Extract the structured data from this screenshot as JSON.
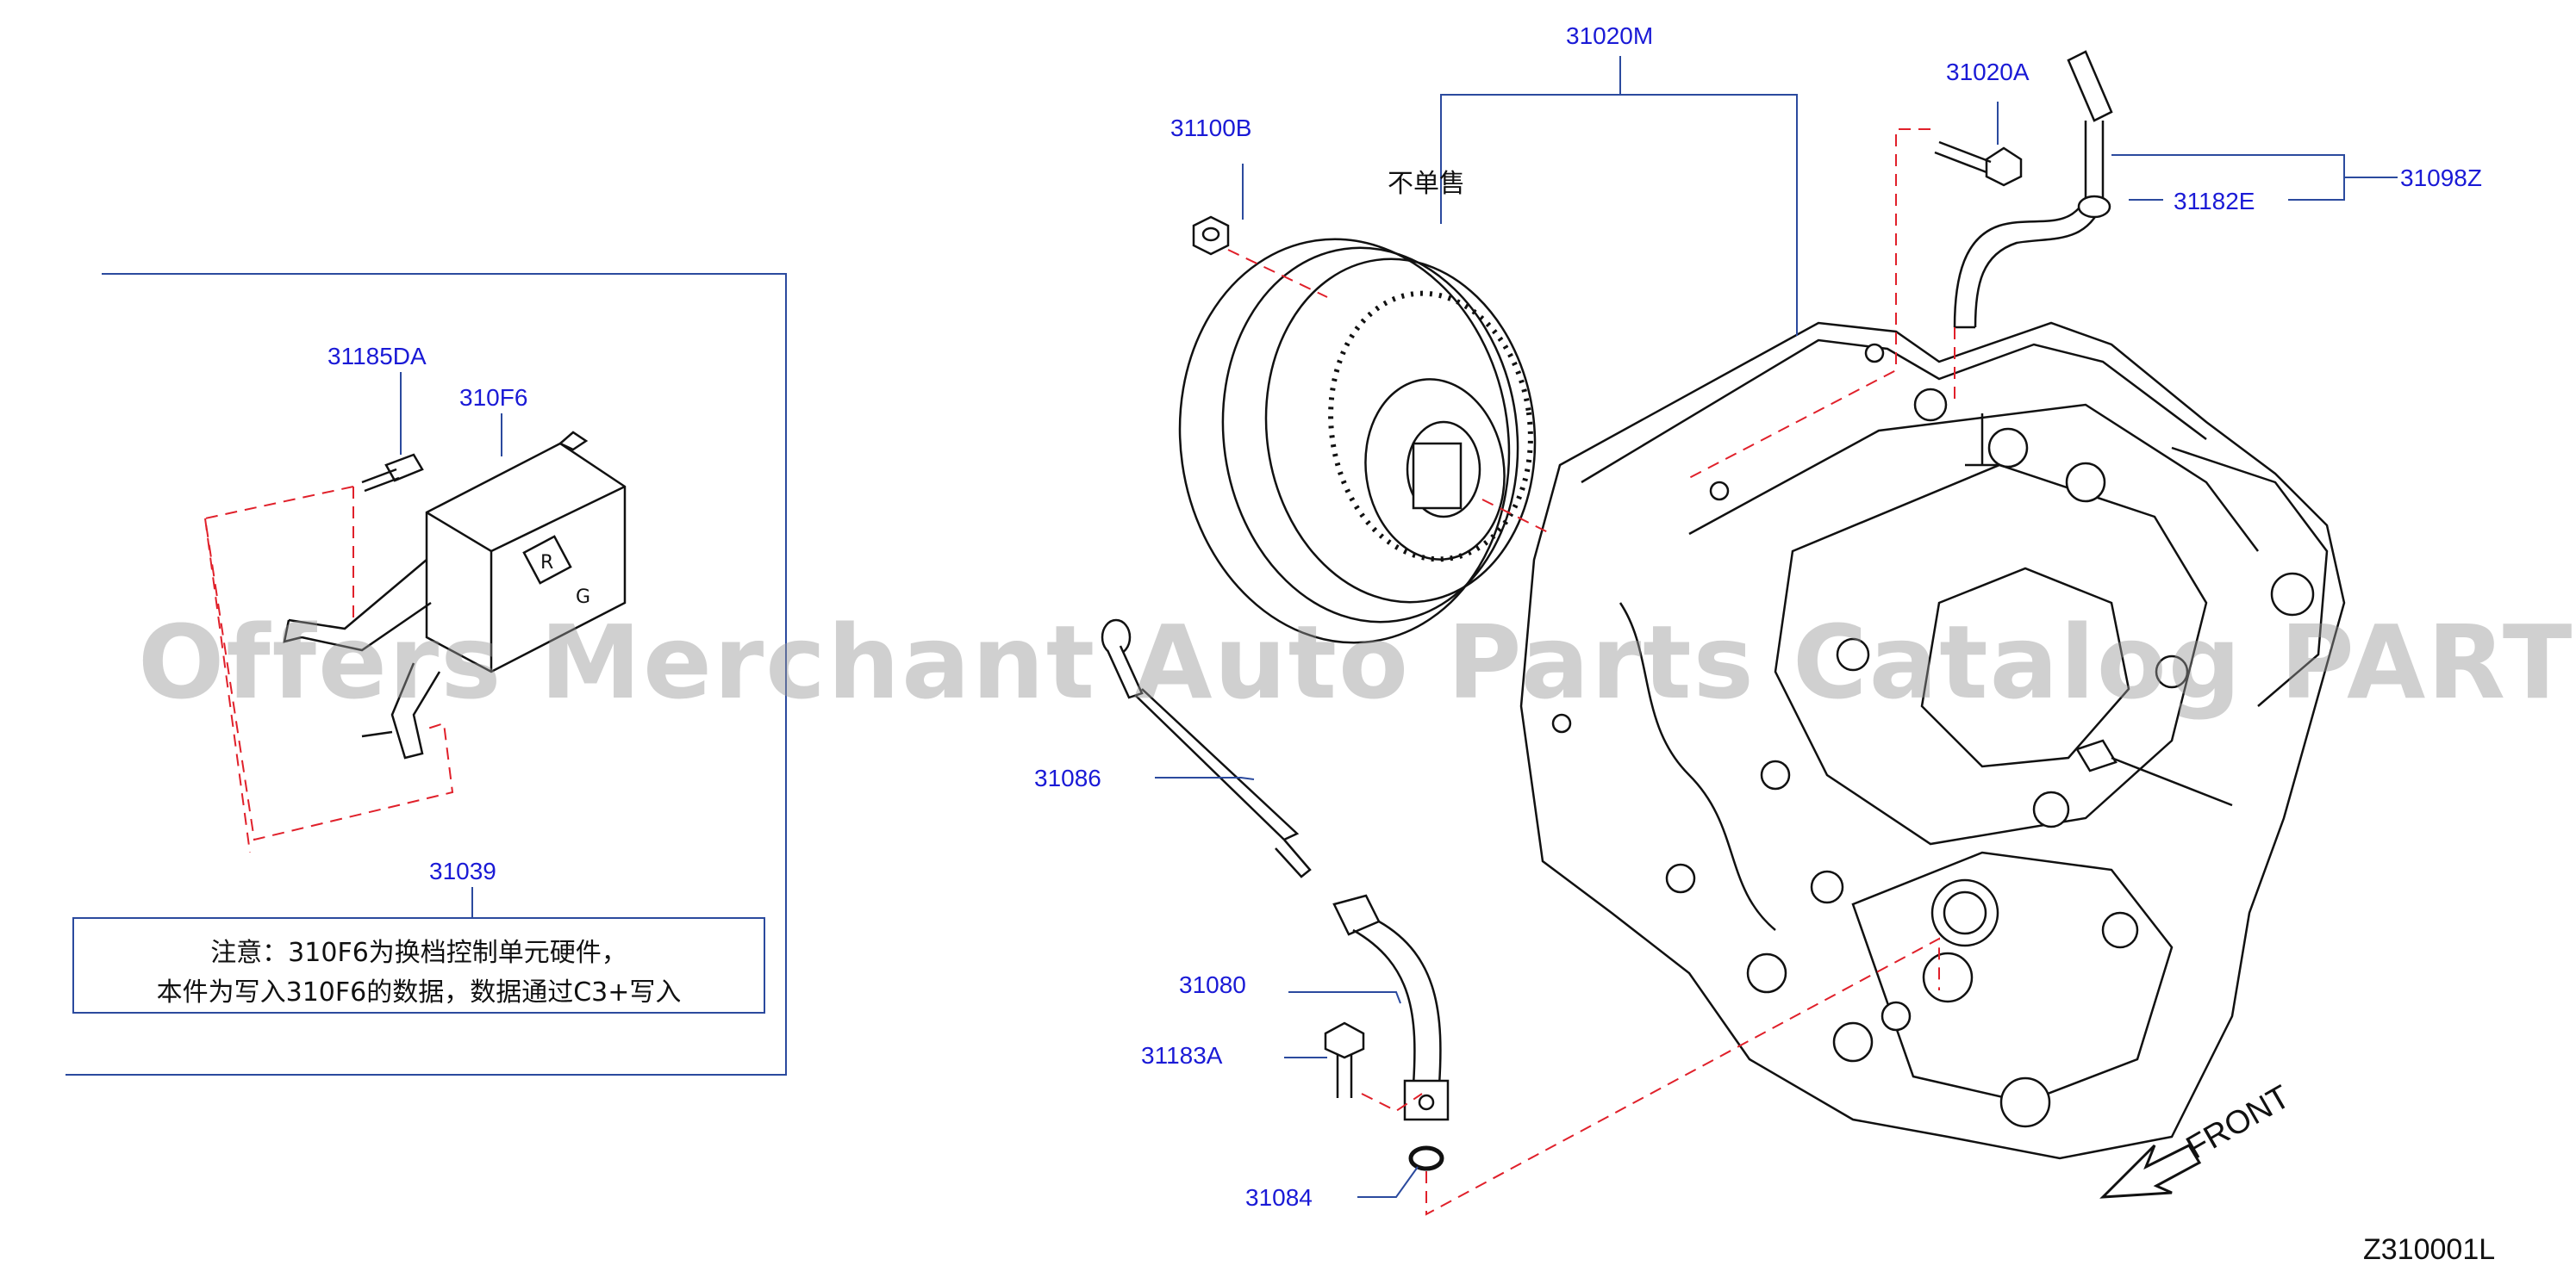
{
  "callouts": {
    "p31020M": "31020M",
    "p31020A": "31020A",
    "p31100B": "31100B",
    "p31098Z": "31098Z",
    "p31182E": "31182E",
    "p31185DA": "31185DA",
    "p310F6": "310F6",
    "p31039": "31039",
    "p31086": "31086",
    "p31080": "31080",
    "p31183A": "31183A",
    "p31084": "31084"
  },
  "not_sold_label": "不单售",
  "note": {
    "line1": "注意：310F6为换档控制单元硬件，",
    "line2": "本件为写入310F6的数据，数据通过C3+写入"
  },
  "front_label": "FRONT",
  "diagram_code": "Z310001L",
  "watermark": "Offers Merchant Auto Parts Catalog PARTSTORE.SA",
  "colors": {
    "leader_line": "#2b4a9e",
    "dashed_line": "#e0202a",
    "callout_text": "#1a1ad6",
    "drawing": "#111111"
  }
}
